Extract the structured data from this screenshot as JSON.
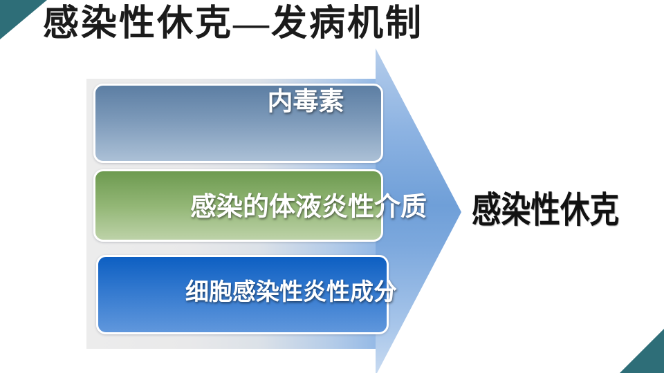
{
  "slide": {
    "title": "感染性休克—发病机制",
    "diagram": {
      "boxes": [
        {
          "label": "内毒素"
        },
        {
          "label": "感染的体液炎性介质"
        },
        {
          "label": "细胞感染性炎性成分"
        }
      ],
      "arrow_direction": "right",
      "result_label": "感染性休克"
    }
  },
  "theme": {
    "accent-teal": "#2e6e78",
    "arrow-blue": "#7ca8dd",
    "box1-blue-gray": "#5c7ea3",
    "box2-green": "#6d9a50",
    "box3-blue": "#0d5fc2",
    "panel-gray": "#ececec",
    "label-color": "#ffffff",
    "title-color": "#1b1b1b"
  }
}
